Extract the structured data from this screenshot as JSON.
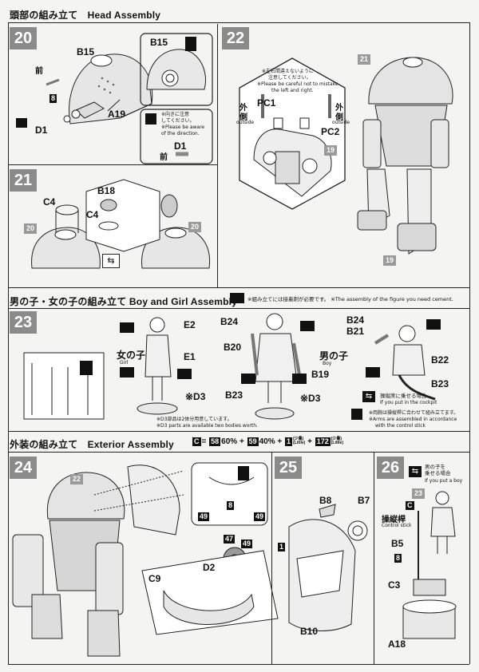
{
  "sections": {
    "head": {
      "title": "頭部の組み立て　Head Assembly"
    },
    "figure": {
      "title": "男の子・女の子の組み立て Boy and Girl Assembly",
      "note": "※組み立てには接着剤が必要です。 ※The assembly of the figure you need cement."
    },
    "exterior": {
      "title": "外装の組み立て　Exterior Assembly",
      "formula": {
        "paint": "C",
        "eq": "=",
        "c58": "58",
        "p60": "60%",
        "plus1": "+",
        "c59": "59",
        "p40": "40%",
        "plus2": "+",
        "c1": "1",
        "small1": "(少量)",
        "small1b": "(Little)",
        "plus3": "+",
        "c172": "172",
        "small2": "(少量)",
        "small2b": "(Little)"
      }
    }
  },
  "steps": {
    "s20": {
      "num": "20",
      "b15": "B15",
      "a19": "A19",
      "d1": "D1",
      "front": "前",
      "tag8": "8",
      "inset_b15": "B15",
      "inset_note1": "※向きに注意",
      "inset_note2": "してください。",
      "inset_note3": "※Please be aware",
      "inset_note4": "of the direction.",
      "inset_d1": "D1",
      "inset_front": "前"
    },
    "s21": {
      "num": "21",
      "c4": "C4",
      "b18": "B18",
      "c4b": "C4",
      "tag20a": "20",
      "tag20b": "20"
    },
    "s22": {
      "num": "22",
      "note1": "※左右間違えないように",
      "note2": "注意してください。",
      "note3": "※Please be careful not to mistake",
      "note4": "the left and right.",
      "pc1": "PC1",
      "pc2": "PC2",
      "out_l": "外",
      "out_l2": "側",
      "out_l3": "outside",
      "out_r": "外",
      "out_r2": "側",
      "out_r3": "outside",
      "tag21": "21",
      "tag19a": "19",
      "tag19b": "19"
    },
    "s23": {
      "num": "23",
      "e2": "E2",
      "e1": "E1",
      "girl": "女の子",
      "girl_en": "Girl",
      "d3": "※D3",
      "d3_note1": "※D3部品は2体分用意しています。",
      "d3_note2": "※D3 parts are available two bodies worth.",
      "b24": "B24",
      "b20": "B20",
      "b19": "B19",
      "b23": "B23",
      "boy": "男の子",
      "boy_en": "Boy",
      "d3b": "※D3",
      "b24b": "B24",
      "b21": "B21",
      "b22": "B22",
      "b23b": "B23",
      "cockpit1": "操縦席に乗せる場合",
      "cockpit2": "If you put in the cockpit",
      "arms1": "※両腕は操縦桿に合わせて組み立てます。",
      "arms2": "※Arms are assembled in accordance",
      "arms3": "with the control stick"
    },
    "s24": {
      "num": "24",
      "tag22": "22",
      "c9": "C9",
      "d2": "D2",
      "tag8": "8",
      "tag49a": "49",
      "tag49b": "49",
      "tag47": "47",
      "tag49c": "49"
    },
    "s25": {
      "num": "25",
      "b8": "B8",
      "b7": "B7",
      "b10": "B10",
      "tag1": "1"
    },
    "s26": {
      "num": "26",
      "boy1": "男の子を",
      "boy2": "乗せる場合",
      "boy3": "If you put a boy",
      "tag23": "23",
      "c": "C",
      "stick": "操縦桿",
      "stick_en": "Control stick",
      "b5": "B5",
      "tag8": "8",
      "c3": "C3",
      "a18": "A18"
    }
  }
}
